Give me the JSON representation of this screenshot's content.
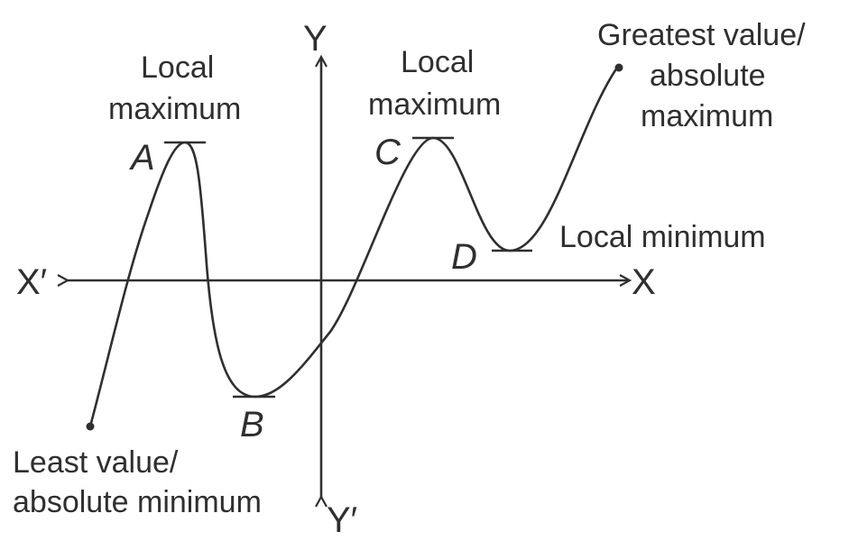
{
  "axes": {
    "x_pos": "X",
    "x_neg": "X′",
    "y_pos": "Y",
    "y_neg": "Y′"
  },
  "points": {
    "a": "A",
    "b": "B",
    "c": "C",
    "d": "D"
  },
  "annotations": {
    "local_max_left": [
      "Local",
      "maximum"
    ],
    "local_max_right": [
      "Local",
      "maximum"
    ],
    "local_min": "Local minimum",
    "greatest": [
      "Greatest value/",
      "absolute",
      "maximum"
    ],
    "least": [
      "Least value/",
      "absolute minimum"
    ]
  },
  "colors": {
    "ink": "#2f2f2f"
  }
}
